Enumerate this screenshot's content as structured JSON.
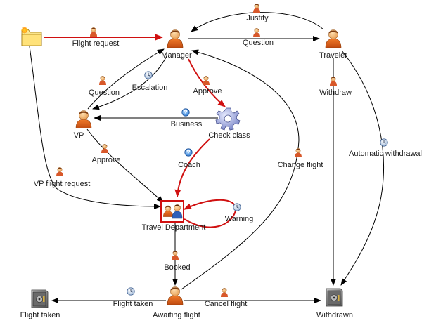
{
  "nodes": {
    "manager": "Manager",
    "traveler": "Traveler",
    "vp": "VP",
    "check_class": "Check class",
    "travel_department": "Travel Department",
    "awaiting_flight": "Awaiting flight",
    "flight_taken": "Flight taken",
    "withdrawn": "Withdrawn"
  },
  "transitions": {
    "flight_request": "Flight request",
    "justify": "Justify",
    "question_traveler": "Question",
    "question_vp": "Question",
    "escalation": "Escalation",
    "approve_manager": "Approve",
    "business": "Business",
    "approve_vp": "Approve",
    "coach": "Coach",
    "change_flight": "Change flight",
    "withdraw": "Withdraw",
    "automatic_withdrawal": "Automatic withdrawal",
    "vp_flight_request": "VP flight request",
    "warning": "Warning",
    "booked": "Booked",
    "flight_taken": "Flight taken",
    "cancel_flight": "Cancel flight"
  }
}
